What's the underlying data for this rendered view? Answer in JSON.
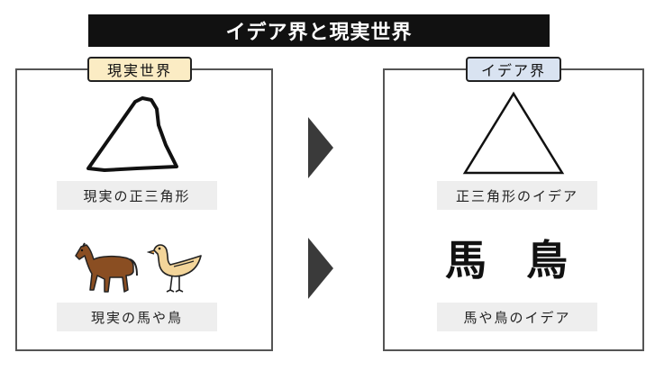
{
  "title": "イデア界と現実世界",
  "left_panel": {
    "tag": "現実世界",
    "caption_triangle": "現実の正三角形",
    "caption_animals": "現実の馬や鳥"
  },
  "right_panel": {
    "tag": "イデア界",
    "caption_triangle": "正三角形のイデア",
    "kanji_horse": "馬",
    "kanji_bird": "鳥",
    "caption_animals": "馬や鳥のイデア"
  },
  "colors": {
    "title_bg": "#111111",
    "tag_real": "#fbecc4",
    "tag_idea": "#d9e3f1",
    "arrow": "#3a3a3a"
  }
}
